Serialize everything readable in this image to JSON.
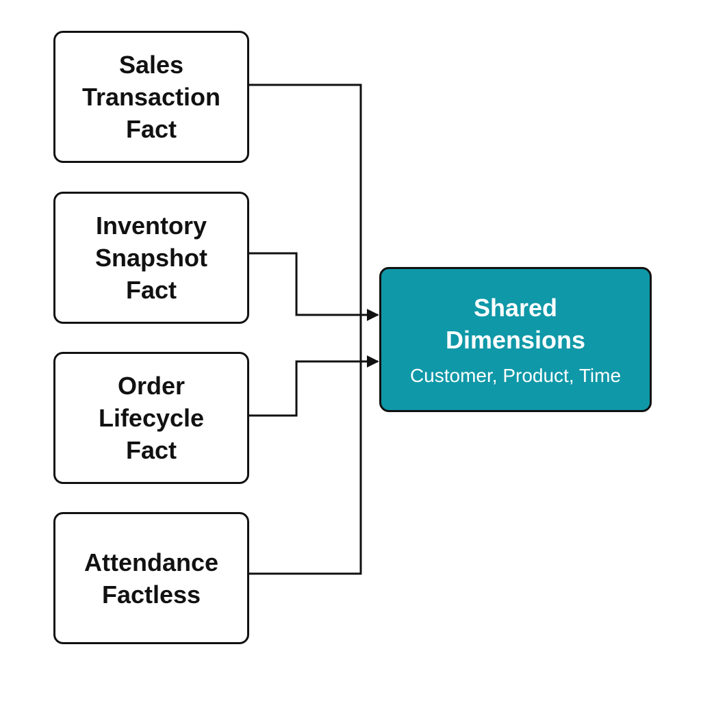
{
  "diagram": {
    "facts": [
      {
        "id": "sales",
        "lines": [
          "Sales",
          "Transaction",
          "Fact"
        ]
      },
      {
        "id": "inventory",
        "lines": [
          "Inventory",
          "Snapshot",
          "Fact"
        ]
      },
      {
        "id": "order",
        "lines": [
          "Order",
          "Lifecycle",
          "Fact"
        ]
      },
      {
        "id": "attendance",
        "lines": [
          "Attendance",
          "Factless"
        ]
      }
    ],
    "shared_dimensions": {
      "title_lines": [
        "Shared",
        "Dimensions"
      ],
      "subtitle": "Customer, Product, Time"
    },
    "colors": {
      "accent": "#0f98a8",
      "border": "#111111",
      "text_dark": "#111111",
      "text_light": "#ffffff"
    }
  }
}
